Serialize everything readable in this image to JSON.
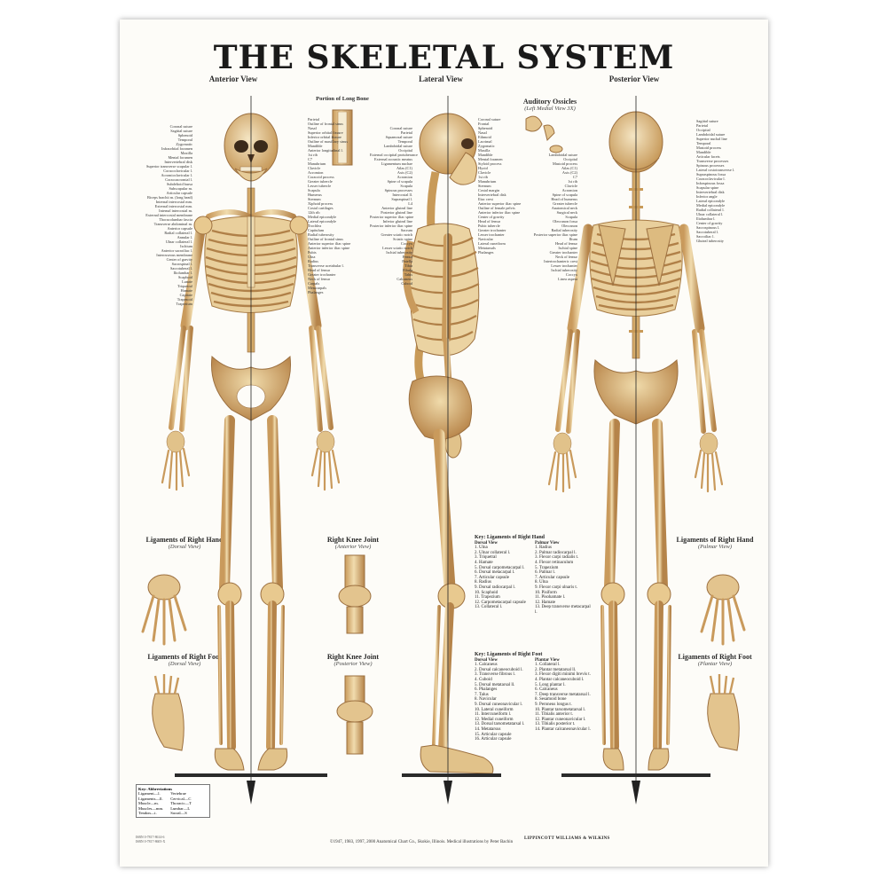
{
  "title": "THE SKELETAL SYSTEM",
  "views": {
    "anterior": "Anterior View",
    "lateral": "Lateral View",
    "posterior": "Posterior View"
  },
  "insets": {
    "long_bone": "Portion of Long Bone",
    "ossicles": {
      "title": "Auditory Ossicles",
      "caption": "(Left Medial View 3X)"
    },
    "hand_dorsal": {
      "title": "Ligaments of Right Hand",
      "caption": "(Dorsal View)"
    },
    "hand_palmar": {
      "title": "Ligaments of Right Hand",
      "caption": "(Palmar View)"
    },
    "knee_anterior": {
      "title": "Right Knee Joint",
      "caption": "(Anterior View)"
    },
    "knee_posterior": {
      "title": "Right Knee Joint",
      "caption": "(Posterior View)"
    },
    "foot_dorsal": {
      "title": "Ligaments of Right Foot",
      "caption": "(Dorsal View)"
    },
    "foot_plantar": {
      "title": "Ligaments of Right Foot",
      "caption": "(Plantar View)"
    }
  },
  "key_hand": {
    "title": "Key: Ligaments of Right Hand",
    "dorsal_head": "Dorsal View",
    "palmar_head": "Palmar View",
    "dorsal": [
      "1. Ulna",
      "2. Ulnar collateral l.",
      "3. Triquetral",
      "4. Hamate",
      "5. Dorsal carpometacarpal l.",
      "6. Dorsal metacarpal l.",
      "7. Articular capsule",
      "8. Radius",
      "9. Dorsal radiocarpal l.",
      "10. Scaphoid",
      "11. Trapezium",
      "12. Carpometacarpal capsule",
      "13. Collateral l."
    ],
    "palmar": [
      "1. Radius",
      "2. Palmar radiocarpal l.",
      "3. Flexor carpi radialis t.",
      "4. Flexor retinaculum",
      "5. Trapezium",
      "6. Palmar l.",
      "7. Articular capsule",
      "8. Ulna",
      "9. Flexor carpi ulnaris t.",
      "10. Pisiform",
      "11. Pisohamate l.",
      "12. Hamate",
      "13. Deep transverse metacarpal l."
    ]
  },
  "key_foot": {
    "title": "Key: Ligaments of Right Foot",
    "dorsal_head": "Dorsal View",
    "plantar_head": "Plantar View",
    "dorsal": [
      "1. Calcaneus",
      "2. Dorsal calcaneocuboid l.",
      "3. Transverse fibrous l.",
      "4. Cuboid",
      "5. Dorsal metatarsal ll.",
      "6. Phalanges",
      "7. Talus",
      "8. Navicular",
      "9. Dorsal cuneonavicular l.",
      "10. Lateral cuneiform",
      "11. Intercuneiform l.",
      "12. Medial cuneiform",
      "13. Dorsal tarsometatarsal l.",
      "14. Metatarsus",
      "15. Articular capsule",
      "16. Articular capsule"
    ],
    "plantar": [
      "1. Collateral l.",
      "2. Plantar metatarsal ll.",
      "3. Flexor digiti minimi brevis t.",
      "4. Plantar calcaneocuboid l.",
      "5. Long plantar l.",
      "6. Calcaneus",
      "7. Deep transverse metatarsal l.",
      "8. Sesamoid bone",
      "9. Peroneus longus t.",
      "10. Plantar tarsometatarsal l.",
      "11. Tibialis anterior t.",
      "12. Plantar cuneonavicular l.",
      "13. Tibialis posterior t.",
      "14. Plantar calcaneonavicular l."
    ]
  },
  "abbreviations": {
    "title": "Key: Abbreviations",
    "left": [
      "Ligament—l.",
      "Ligaments—ll.",
      "Muscle—m.",
      "Muscles—mm.",
      "Tendon—t."
    ],
    "right": [
      "Vertebrae",
      "Cervical—C",
      "Thoracic—T",
      "Lumbar—L",
      "Sacral—S"
    ]
  },
  "anterior_labels_left": [
    "Coronal suture",
    "Sagittal suture",
    "Sphenoid",
    "Temporal",
    "Zygomatic",
    "Infraorbital foramen",
    "Maxilla",
    "Mental foramen",
    "Intervertebral disk",
    "Superior transverse scapular l.",
    "Coracoclavicular l.",
    "Acromioclavicular l.",
    "Coracoacromial l.",
    "Subdeltoid bursa",
    "Subscapular m.",
    "Articular capsule",
    "Biceps brachii m. (long head)",
    "Internal intercostal mm.",
    "External intercostal mm.",
    "Internal intercostal m.",
    "External intercostal membrane",
    "Thoracolumbar fascia",
    "Transverse abdominal m.",
    "Anterior capsule",
    "Radial collateral l.",
    "Annular l.",
    "Ulnar collateral l.",
    "Ischium",
    "Anterior sacroiliac l.",
    "Interosseous membrane",
    "Center of gravity",
    "Sacrospinal l.",
    "Sacrotuberal l.",
    "Iliolumbar l.",
    "Scaphoid",
    "Lunate",
    "Triquetral",
    "Hamate",
    "Capitate",
    "Trapezoid",
    "Trapezium"
  ],
  "anterior_labels_right": [
    "Parietal",
    "Outline of frontal sinus",
    "Nasal",
    "Superior orbital fissure",
    "Inferior orbital fissure",
    "Outline of maxillary sinus",
    "Mandible",
    "Anterior longitudinal l.",
    "1st rib",
    "C7",
    "Manubrium",
    "Clavicle",
    "Acromion",
    "Coracoid process",
    "Greater tubercle",
    "Lesser tubercle",
    "Scapula",
    "Humerus",
    "Sternum",
    "Xiphoid process",
    "Costal cartilages",
    "12th rib",
    "Medial epicondyle",
    "Lateral epicondyle",
    "Trochlea",
    "Capitulum",
    "Radial tuberosity",
    "Outline of frontal sinus",
    "Anterior superior iliac spine",
    "Anterior inferior iliac spine",
    "Pubis",
    "Ulna",
    "Radius",
    "Transverse acetabular l.",
    "Head of femur",
    "Greater trochanter",
    "Neck of femur",
    "Carpals",
    "Metacarpals",
    "Phalanges"
  ],
  "lateral_labels_left": [
    "Coronal suture",
    "Parietal",
    "Squamosal suture",
    "Temporal",
    "Lambdoidal suture",
    "Occipital",
    "External occipital protuberance",
    "External acoustic meatus",
    "Ligamentum nuchae",
    "Atlas (C1)",
    "Axis (C2)",
    "Acromion",
    "Spine of scapula",
    "Scapula",
    "Spinous processes",
    "Intercostal ll.",
    "Supraspinal l.",
    "L4",
    "Anterior gluteal line",
    "Posterior gluteal line",
    "Posterior superior iliac spine",
    "Inferior gluteal line",
    "Posterior inferior iliac spine",
    "Sacrum",
    "Greater sciatic notch",
    "Sciatic spine",
    "Coccyx",
    "Lesser sciatic notch",
    "Ischial tuberosity",
    "Femur",
    "Patella",
    "Tibia",
    "Fibula",
    "Talus",
    "Calcaneus",
    "Cuboid"
  ],
  "lateral_labels_right": [
    "Coronal suture",
    "Frontal",
    "Sphenoid",
    "Nasal",
    "Ethmoid",
    "Lacrimal",
    "Zygomatic",
    "Maxilla",
    "Mandible",
    "Mental foramen",
    "Styloid process",
    "Hyoid",
    "Clavicle",
    "1st rib",
    "Manubrium",
    "Sternum",
    "Costal margin",
    "Intervertebral disk",
    "Iliac crest",
    "Anterior superior iliac spine",
    "Outline of female pelvis",
    "Anterior inferior iliac spine",
    "Center of gravity",
    "Head of femur",
    "Pubic tubercle",
    "Greater trochanter",
    "Lesser trochanter",
    "Navicular",
    "Lateral cuneiform",
    "Metatarsals",
    "Phalanges"
  ],
  "posterior_labels_left": [
    "Lambdoidal suture",
    "Occipital",
    "Mastoid process",
    "Atlas (C1)",
    "Axis (C2)",
    "C7",
    "1st rib",
    "Clavicle",
    "Acromion",
    "Spine of scapula",
    "Head of humerus",
    "Greater tubercle",
    "Anatomical neck",
    "Surgical neck",
    "Scapula",
    "Olecranon fossa",
    "Olecranon",
    "Radial tuberosity",
    "Posterior superior iliac spine",
    "Ilium",
    "Head of femur",
    "Ischial spine",
    "Greater trochanter",
    "Neck of femur",
    "Intertrochanteric crest",
    "Lesser trochanter",
    "Ischial tuberosity",
    "Coccyx",
    "Linea aspera"
  ],
  "posterior_labels_right": [
    "Sagittal suture",
    "Parietal",
    "Occipital",
    "Lambdoidal suture",
    "Superior nuchal line",
    "Temporal",
    "Mastoid process",
    "Mandible",
    "Articular facets",
    "Transverse processes",
    "Spinous processes",
    "Lateral costotransverse l.",
    "Supraspinous fossa",
    "Coracoclavicular l.",
    "Infraspinous fossa",
    "Scapular spine",
    "Intervertebral disk",
    "Inferior angle",
    "Lateral epicondyle",
    "Medial epicondyle",
    "Radial collateral l.",
    "Ulnar collateral l.",
    "Iliolumbar l.",
    "Center of gravity",
    "Sacrospinous l.",
    "Sacrotuberal l.",
    "Sacroiliac l.",
    "Gluteal tuberosity"
  ],
  "copyright": "©1947, 1983, 1997, 2000 Anatomical Chart Co., Skokie, Illinois. Medical illustrations by Peter Bachin",
  "publisher": "LIPPINCOTT WILLIAMS & WILKINS",
  "pubcode": [
    "ISBN 0-7817-8614-6",
    "ISBN 0-7817-8605-X"
  ],
  "colors": {
    "bone": "#e3c48e",
    "bone_dark": "#b88a4e",
    "bone_light": "#f3e3c0",
    "line": "#222222"
  }
}
